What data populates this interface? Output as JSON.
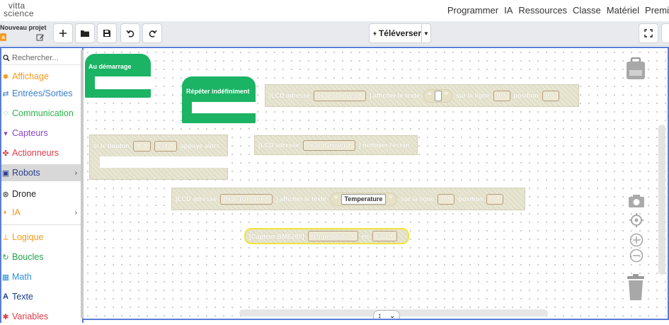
{
  "logo": {
    "line1": "vitta",
    "line2": "science"
  },
  "nav": {
    "items": [
      "Programmer",
      "IA",
      "Ressources",
      "Classe",
      "Matériel",
      "Premi"
    ]
  },
  "project": {
    "name": "Nouveau projet",
    "badge": "a"
  },
  "toolbar": {
    "upload_label": "Téléverser"
  },
  "search": {
    "placeholder": "Rechercher..."
  },
  "sidebar": {
    "categories": [
      {
        "label": "Affichage",
        "color": "#f39a1e",
        "icon": "sun-icon"
      },
      {
        "label": "Entrées/Sorties",
        "color": "#3a7fd0",
        "icon": "arrows-icon"
      },
      {
        "label": "Communication",
        "color": "#2fb24c",
        "icon": "chat-icon"
      },
      {
        "label": "Capteurs",
        "color": "#8b45c9",
        "icon": "plug-icon"
      },
      {
        "label": "Actionneurs",
        "color": "#e03b4b",
        "icon": "cogs-icon"
      },
      {
        "label": "Robots",
        "color": "#2b3f8f",
        "icon": "robot-icon"
      },
      {
        "label": "Drone",
        "color": "#222222",
        "icon": "drone-icon"
      },
      {
        "label": "IA",
        "color": "#f39a1e",
        "icon": "ia-icon"
      },
      {
        "label": "Logique",
        "color": "#f39a1e",
        "icon": "logic-icon"
      },
      {
        "label": "Boucles",
        "color": "#1ea54a",
        "icon": "loop-icon"
      },
      {
        "label": "Math",
        "color": "#2f8fd8",
        "icon": "math-icon"
      },
      {
        "label": "Texte",
        "color": "#1b3c8c",
        "icon": "text-icon"
      },
      {
        "label": "Variables",
        "color": "#e03b4b",
        "icon": "variables-icon"
      }
    ]
  },
  "blocks": {
    "start": "Au démarrage",
    "repeat": "Répéter indéfiniment",
    "lcd1": {
      "a": "[LCD adresse",
      "addr": "0x3e (Grove)",
      "b": "] afficher le texte",
      "line_label": "sur la ligne",
      "line_val": "0",
      "pos_label": "position",
      "pos_val": "0",
      "q1": "“",
      "q2": "”",
      "text": ""
    },
    "button": {
      "a": "si le bouton",
      "btn": "A",
      "state": "est",
      "b": "appuyé alors"
    },
    "lcd_clear": {
      "a": "[LCD adresse",
      "addr": "0x3e (Grove)",
      "b": "] nettoyer l'écran"
    },
    "lcd2": {
      "a": "[LCD adresse",
      "addr": "0x3e (Grove)",
      "b": "] afficher le texte",
      "text": "Temperature",
      "line_label": "sur la ligne",
      "line_val": "0",
      "pos_label": "position",
      "pos_val": "0",
      "q1": "“",
      "q2": "”"
    },
    "bme": {
      "a": "[Capteur BME280]",
      "measure": "température",
      "b": "en",
      "unit": "(°C)"
    }
  }
}
